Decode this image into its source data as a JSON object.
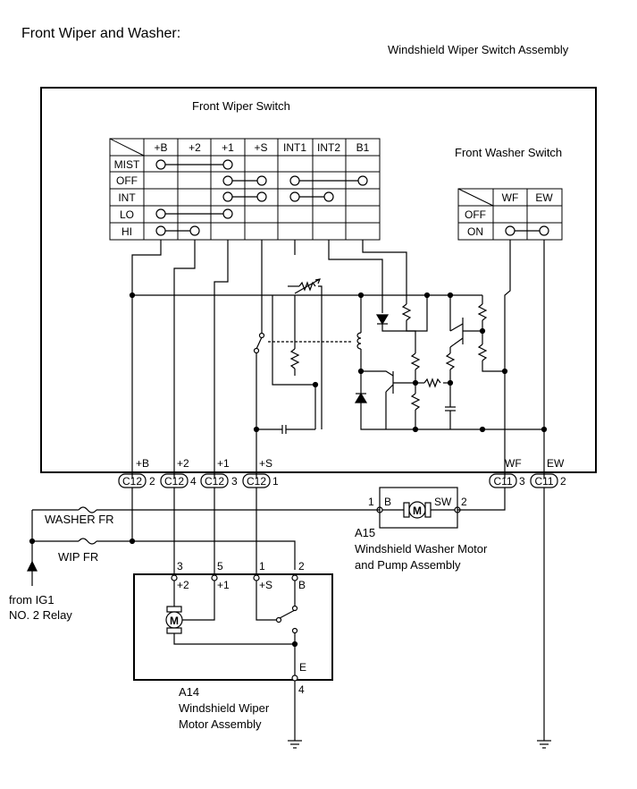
{
  "title": "Front Wiper and Washer:",
  "assembly_label": "Windshield Wiper Switch Assembly",
  "wiper_switch": {
    "title": "Front Wiper Switch",
    "columns": [
      "+B",
      "+2",
      "+1",
      "+S",
      "INT1",
      "INT2",
      "B1"
    ],
    "rows": [
      "MIST",
      "OFF",
      "INT",
      "LO",
      "HI"
    ]
  },
  "washer_switch": {
    "title": "Front Washer Switch",
    "columns": [
      "WF",
      "EW"
    ],
    "rows": [
      "OFF",
      "ON"
    ]
  },
  "terminals": {
    "plusB": "+B",
    "plus2": "+2",
    "plus1": "+1",
    "plusS": "+S",
    "wf": "WF",
    "ew": "EW"
  },
  "connectors": {
    "c12": "C12",
    "c11": "C11",
    "pin2": "2",
    "pin4": "4",
    "pin3": "3",
    "pin1": "1"
  },
  "fuses": {
    "washer": "WASHER FR",
    "wip": "WIP FR"
  },
  "source": {
    "line1": "from IG1",
    "line2": "NO. 2 Relay"
  },
  "washer_motor": {
    "id": "A15",
    "name_line1": "Windshield Washer Motor",
    "name_line2": "and Pump Assembly",
    "pin1": "1",
    "pinB": "B",
    "pinSW": "SW",
    "pin2": "2",
    "motor": "M"
  },
  "wiper_motor": {
    "id": "A14",
    "name_line1": "Windshield Wiper",
    "name_line2": "Motor Assembly",
    "pin3": "3",
    "pin5": "5",
    "pin1": "1",
    "pin2": "2",
    "lbl_plus2": "+2",
    "lbl_plus1": "+1",
    "lbl_plusS": "+S",
    "lbl_B": "B",
    "lbl_E": "E",
    "pin4": "4",
    "motor": "M"
  }
}
